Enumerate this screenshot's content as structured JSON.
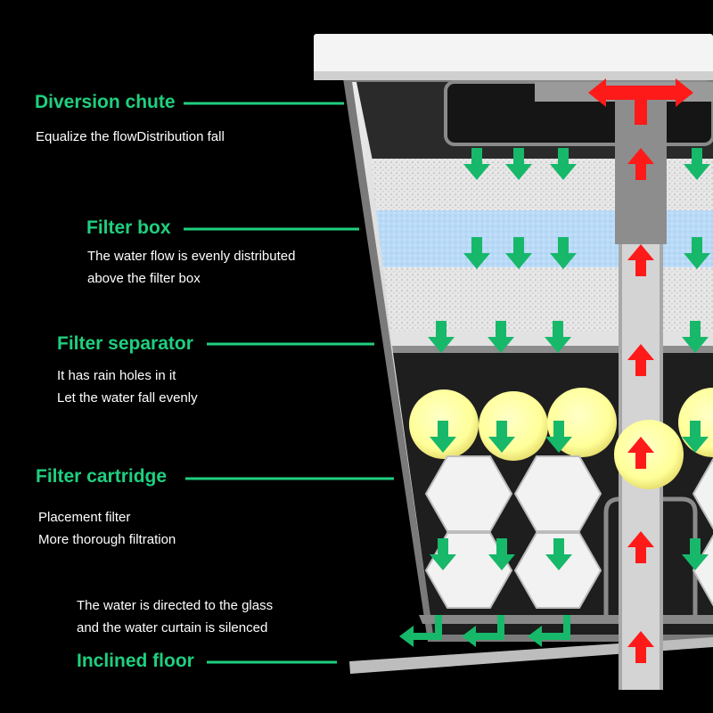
{
  "labels": [
    {
      "id": "diversion",
      "title": "Diversion chute",
      "desc": [
        "Equalize the flowDistribution fall"
      ]
    },
    {
      "id": "filterbox",
      "title": "Filter box",
      "desc": [
        "The water flow is evenly distributed",
        "above the filter box"
      ]
    },
    {
      "id": "separator",
      "title": "Filter separator",
      "desc": [
        "It has rain holes in it",
        "Let the water fall evenly"
      ]
    },
    {
      "id": "cartridge",
      "title": "Filter cartridge",
      "desc": [
        "Placement filter",
        "More thorough filtration"
      ]
    },
    {
      "id": "floor",
      "title": "Inclined floor",
      "desc": [
        "The water is directed to the glass",
        "and the water curtain is silenced"
      ]
    }
  ],
  "colors": {
    "background": "#000000",
    "label_green": "#1fcf7f",
    "text": "#ffffff",
    "flow_down_arrow": "#17b86a",
    "flow_up_arrow": "#ff1a1a",
    "filter_ball": "#ffff99",
    "sponge_blue": "#b9daf7"
  },
  "icons": [
    "down-flow-arrow-icon",
    "up-flow-arrow-icon",
    "outflow-arrow-icon"
  ]
}
